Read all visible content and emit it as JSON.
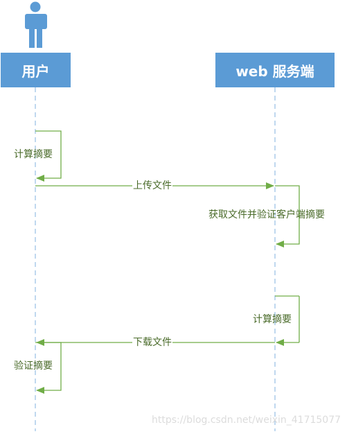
{
  "participants": {
    "user": "用户",
    "server": "web 服务端"
  },
  "messages": {
    "user_compute_digest": "计算摘要",
    "upload_file": "上传文件",
    "server_get_and_verify": "获取文件并验证客户端摘要",
    "server_compute_digest": "计算摘要",
    "download_file": "下载文件",
    "user_verify_digest": "验证摘要"
  },
  "watermark": "https://blog.csdn.net/weixin_41715077",
  "colors": {
    "lifeline_box": "#5b9bd5",
    "actor": "#5b9bd5",
    "message_line": "#70ad47",
    "label_text": "#4a6b2a"
  }
}
